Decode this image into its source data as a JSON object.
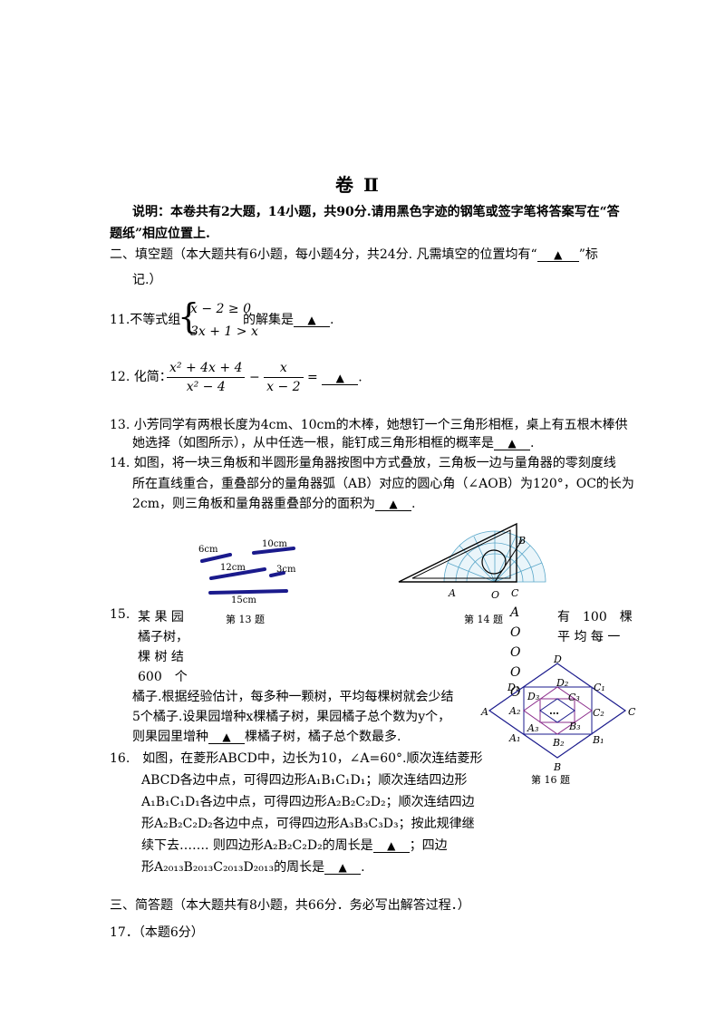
{
  "header": {
    "title": "卷 Ⅱ"
  },
  "note": {
    "label": "说明：",
    "line1": "本卷共有2大题，14小题，共90分.请用黑色字迹的钢笔或签字笔将答案写在“答",
    "line2": "题纸”相应位置上."
  },
  "section2": {
    "line1_pre": "二、填空题（本大题共有6小题，每小题4分，共24分. 凡需填空的位置均有“",
    "line1_post": "”标",
    "line2": "记.）"
  },
  "blank_mark": "▲",
  "q11": {
    "pre": "11.不等式组",
    "row1": "x − 2 ≥ 0",
    "row2": "3x + 1 > x",
    "post": "的解集是",
    "end": "."
  },
  "q12": {
    "pre": "12. 化简：",
    "f1_num": "x² + 4x + 4",
    "f1_den": "x² − 4",
    "minus": "−",
    "f2_num": "x",
    "f2_den": "x − 2",
    "eq": "=",
    "end": "."
  },
  "q13": {
    "line1": "13. 小芳同学有两根长度为4cm、10cm的木棒，她想钉一个三角形相框，桌上有五根木棒供",
    "line2": "她选择（如图所示），从中任选一根，能钉成三角形相框的概率是",
    "end": "."
  },
  "q14": {
    "line1": "14. 如图，将一块三角板和半圆形量角器按图中方式叠放，三角板一边与量角器的零刻度线",
    "line2": "所在直线重合，重叠部分的量角器弧（AB）对应的圆心角（∠AOB）为120°，OC的长为",
    "line3": "2cm，则三角板和量角器重叠部分的面积为",
    "end": "."
  },
  "fig13": {
    "labels": [
      "6cm",
      "10cm",
      "12cm",
      "3cm",
      "15cm"
    ],
    "caption": "第 13 题"
  },
  "fig14": {
    "labels": [
      "A",
      "O",
      "C",
      "B"
    ],
    "caption": "第 14 题"
  },
  "q15": {
    "c1": [
      "15.",
      "某 果 园",
      "橘子树，",
      "棵 树 结",
      "600　个"
    ],
    "col_mid": [
      "A",
      "O",
      "O",
      "O",
      "O"
    ],
    "c3": [
      "有　100　棵",
      "平 均 每 一"
    ],
    "line5": "橘子.根据经验估计，每多种一颗树，平均每棵树就会少结",
    "line6": "5个橘子.设果园增种x棵橘子树，果园橘子总个数为y个，",
    "line7_pre": "则果园里增种",
    "line7_post": "棵橘子树，橘子总个数最多."
  },
  "q16": {
    "line1": "16.　如图，在菱形ABCD中，边长为10，∠A=60°.顺次连结菱形",
    "line2": "ABCD各边中点，可得四边形A₁B₁C₁D₁；顺次连结四边形",
    "line3": "A₁B₁C₁D₁各边中点，可得四边形A₂B₂C₂D₂；顺次连结四边",
    "line4": "形A₂B₂C₂D₂各边中点，可得四边形A₃B₃C₃D₃；按此规律继",
    "line5_pre": "续下去……. 则四边形A₂B₂C₂D₂的周长是",
    "line5_post": "；四边",
    "line6_pre": "形A₂₀₁₃B₂₀₁₃C₂₀₁₃D₂₀₁₃的周长是",
    "end": "."
  },
  "fig16": {
    "labels": [
      "A",
      "B",
      "C",
      "D",
      "A₁",
      "B₁",
      "C₁",
      "D₁",
      "A₂",
      "B₂",
      "C₂",
      "D₂",
      "A₃",
      "B₃",
      "C₃",
      "D₃",
      "…"
    ],
    "caption": "第 16 题"
  },
  "section3": {
    "line1": "三、简答题（本大题共有8小题，共66分．务必写出解答过程．）"
  },
  "q17": {
    "line1": "17．（本题6分）"
  }
}
